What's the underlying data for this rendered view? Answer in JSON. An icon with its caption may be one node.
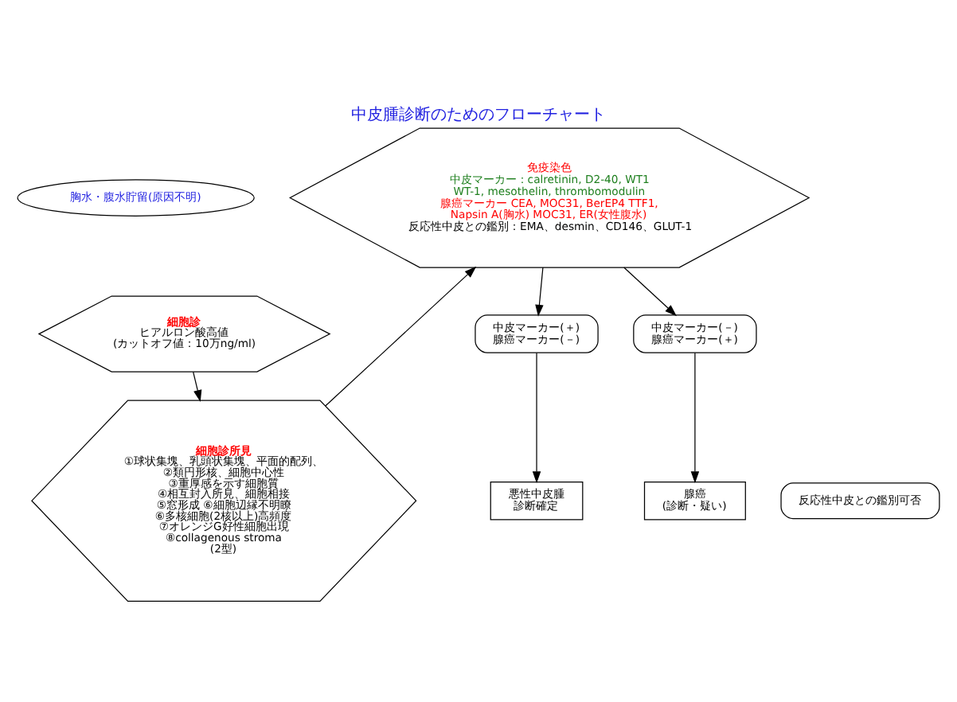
{
  "diagram": {
    "title": "中皮腫診断のためのフローチャート",
    "nodes": [
      {
        "text": [
          "胸水・腹水貯留(原因不明)"
        ]
      },
      {
        "text": [
          "細胞診",
          "ヒアルロン酸高値",
          "(カットオフ値：10万ng/ml)"
        ]
      },
      {
        "text": [
          "細胞診所見",
          "①球状集塊、乳頭状集塊、平面的配列、",
          "②類円形核、細胞中心性",
          "③重厚感を示す細胞質",
          "④相互封入所見、細胞相接",
          "⑤窓形成 ⑥細胞辺縁不明瞭",
          "⑥多核細胞(2核以上)高頻度",
          "⑦オレンジG好性細胞出現",
          "⑧collagenous stroma (2型)"
        ]
      },
      {
        "text": [
          "免疫染色",
          "中皮マーカー：calretinin, D2-40, WT1 WT-1, mesothelin, thrombomodulin",
          "腺癌マーカー CEA, MOC31, BerEP4 TTF1, Napsin A(胸水) MOC31, ER(女性腹水)",
          "反応性中皮との鑑別：EMA、desmin、CD146、GLUT-1"
        ]
      },
      {
        "text": [
          "反応性中皮との鑑別可否"
        ]
      },
      {
        "text": [
          "中皮マーカー(＋)",
          "腺癌マーカー(－)"
        ]
      },
      {
        "text": [
          "中皮マーカー(－)",
          "腺癌マーカー(＋)"
        ]
      },
      {
        "text": [
          "悪性中皮腫",
          "診断確定"
        ]
      },
      {
        "text": [
          "腺癌",
          "(診断・疑い)"
        ]
      }
    ],
    "edges": [
      {
        "from": 1,
        "to": 2,
        "arrow": "to"
      },
      {
        "from": 2,
        "to": 3,
        "arrow": "to"
      },
      {
        "from": 3,
        "to": 5,
        "arrow": "to"
      },
      {
        "from": 3,
        "to": 6,
        "arrow": "to"
      },
      {
        "from": 5,
        "to": 7,
        "arrow": "to"
      },
      {
        "from": 6,
        "to": 8,
        "arrow": "to"
      }
    ]
  }
}
